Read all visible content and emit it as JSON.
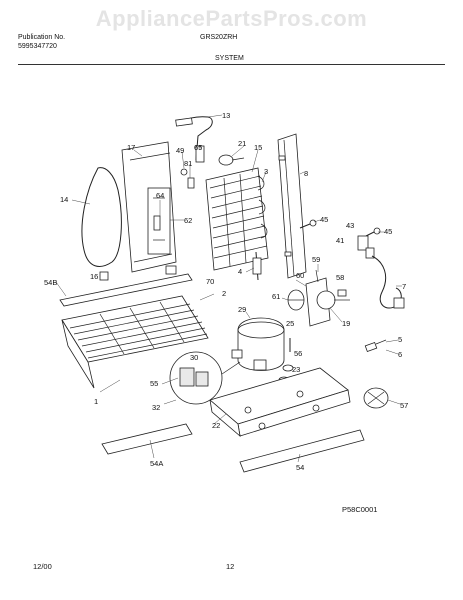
{
  "watermark": "AppliancePartsPros.com",
  "header": {
    "publication_label": "Publication No.",
    "publication_number": "5995347720",
    "model": "GRS20ZRH",
    "section": "SYSTEM"
  },
  "diagram_code": "P58C0001",
  "footer": {
    "date": "12/00",
    "page": "12"
  },
  "parts": [
    "13",
    "17",
    "49",
    "65",
    "81",
    "21",
    "15",
    "3",
    "8",
    "14",
    "64",
    "62",
    "45",
    "43",
    "41",
    "45",
    "54B",
    "16",
    "70",
    "2",
    "4",
    "60",
    "59",
    "58",
    "61",
    "7",
    "29",
    "25",
    "19",
    "5",
    "6",
    "30",
    "56",
    "23",
    "55",
    "1",
    "32",
    "57",
    "22",
    "54A",
    "54"
  ]
}
